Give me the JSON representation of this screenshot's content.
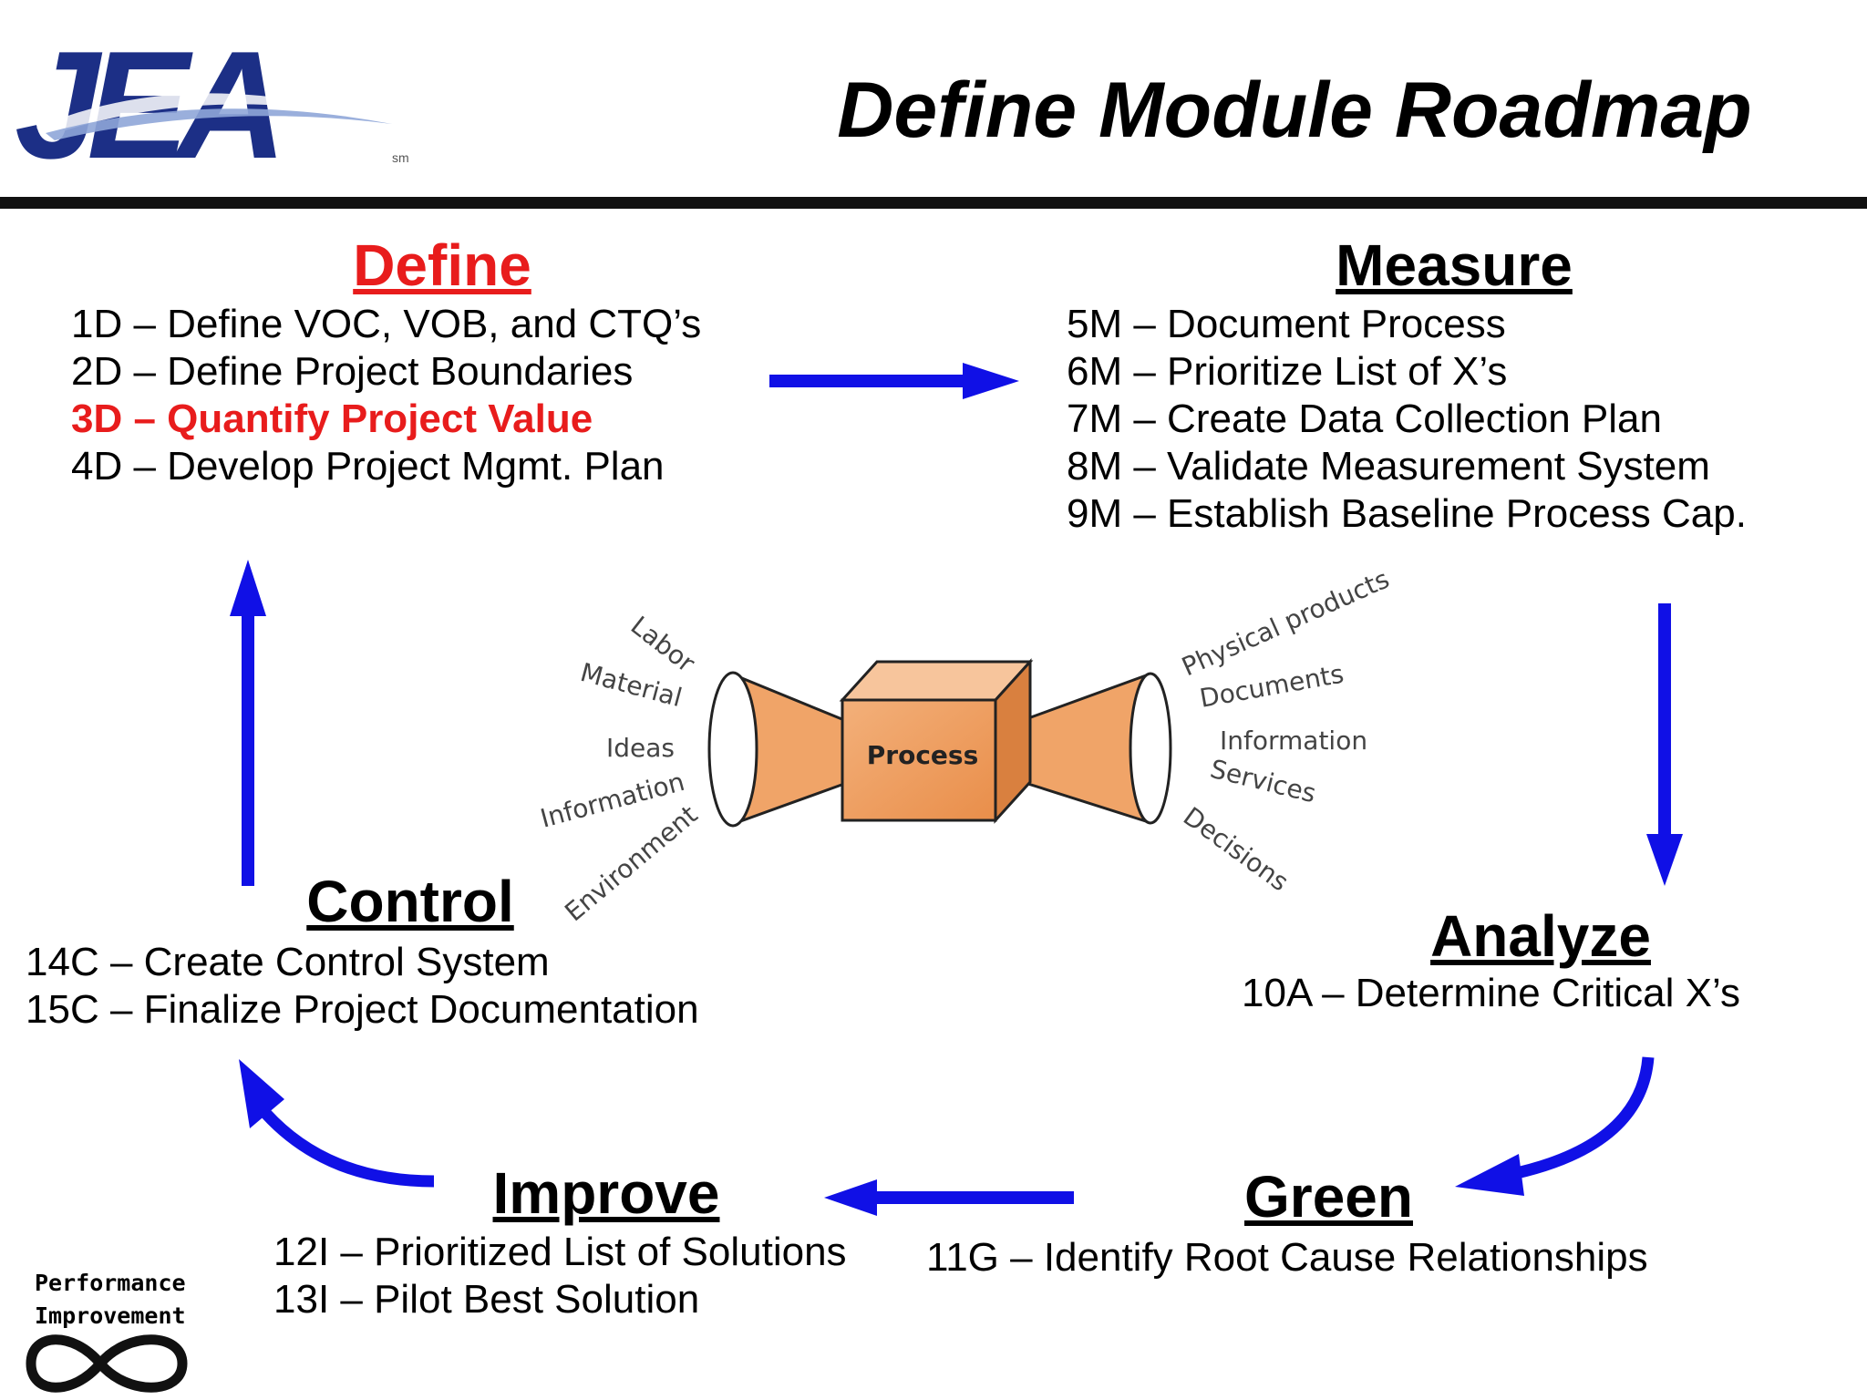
{
  "title": "Define Module Roadmap",
  "logo": {
    "text": "JEA",
    "mark": "sm",
    "color": "#1c2f86"
  },
  "colors": {
    "arrow": "#1010e6",
    "highlight": "#e81c1c",
    "process_box": "#f0a468"
  },
  "define": {
    "heading": "Define",
    "items": [
      "1D – Define VOC, VOB, and CTQ’s",
      "2D – Define Project Boundaries",
      "3D – Quantify Project Value",
      "4D – Develop Project Mgmt. Plan"
    ],
    "highlighted_item": "3D – Quantify Project Value"
  },
  "measure": {
    "heading": "Measure",
    "items": [
      "5M – Document Process",
      "6M – Prioritize List of X’s",
      "7M – Create Data Collection Plan",
      "8M – Validate Measurement System",
      "9M – Establish Baseline Process Cap."
    ]
  },
  "analyze": {
    "heading": "Analyze",
    "items": [
      "10A – Determine Critical X’s"
    ]
  },
  "green": {
    "heading": "Green",
    "items": [
      "11G – Identify Root Cause Relationships"
    ]
  },
  "improve": {
    "heading": "Improve",
    "items": [
      "12I – Prioritized List of Solutions",
      "13I – Pilot Best Solution"
    ]
  },
  "control": {
    "heading": "Control",
    "items": [
      "14C – Create Control System",
      "15C – Finalize Project Documentation"
    ]
  },
  "process": {
    "label": "Process",
    "inputs": [
      "Labor",
      "Material",
      "Ideas",
      "Information",
      "Environment"
    ],
    "outputs": [
      "Physical products",
      "Documents",
      "Information",
      "Services",
      "Decisions"
    ]
  },
  "badge": {
    "line1": "Performance",
    "line2": "Improvement"
  }
}
